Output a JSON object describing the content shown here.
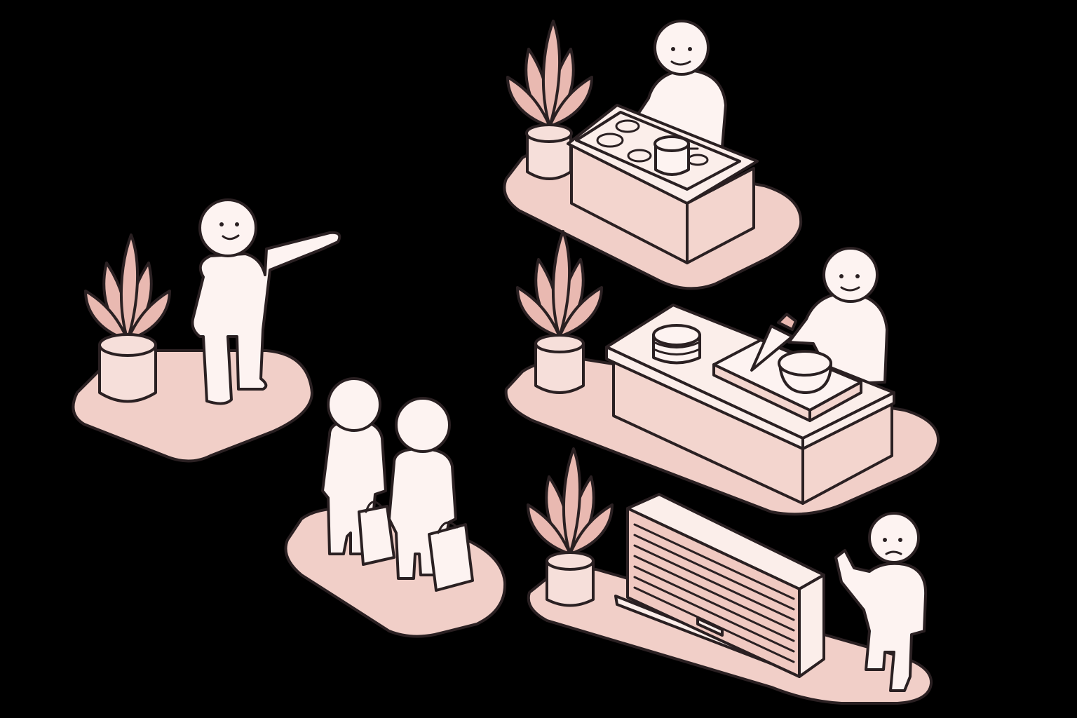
{
  "scene": {
    "description_free": true,
    "colors": {
      "background": "#000000",
      "platform": "#f1cfc8",
      "platform_edge": "#2a2022",
      "figure": "#fdf3f1",
      "leaf": "#e9b9b1",
      "pot": "#f6dfda",
      "counter_face": "#f3d5ce",
      "counter_top": "#fbeeea",
      "shutter": "#f0c9c1"
    },
    "vignettes": [
      {
        "name": "guide-pointing",
        "icons": [
          "person-pointing-icon",
          "plant-icon"
        ]
      },
      {
        "name": "shoppers-walking",
        "icons": [
          "person-back-icon",
          "shopping-bag-icon"
        ]
      },
      {
        "name": "stove-cooking",
        "icons": [
          "person-cook-icon",
          "stove-icon",
          "pot-icon",
          "plant-icon"
        ]
      },
      {
        "name": "pastry-counter",
        "icons": [
          "person-baker-icon",
          "piping-bag-icon",
          "mixing-bowl-icon",
          "plate-stack-icon",
          "plant-icon"
        ]
      },
      {
        "name": "closed-shop",
        "icons": [
          "person-stop-icon",
          "rolling-shutter-icon",
          "plant-icon"
        ]
      }
    ]
  }
}
